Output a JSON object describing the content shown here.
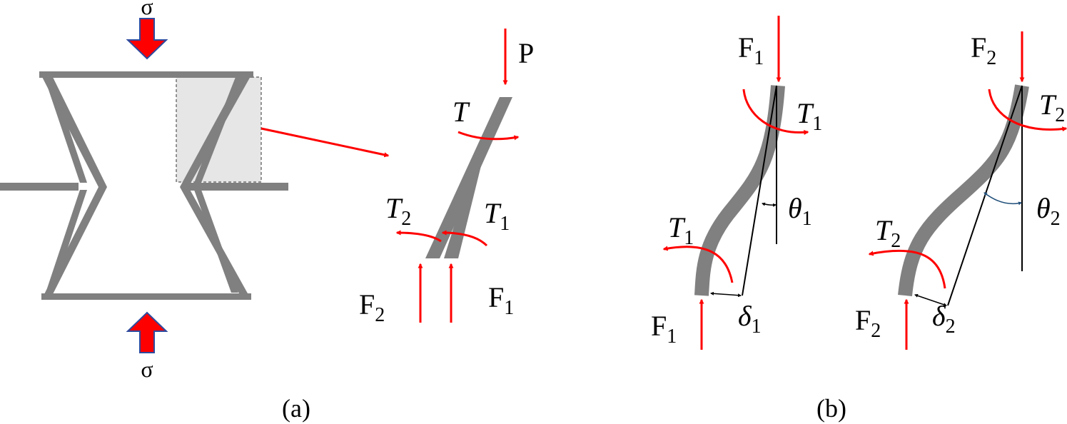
{
  "colors": {
    "beam": "#808080",
    "beam_dark": "#6e6e6e",
    "force": "#ff0000",
    "arrow_fill": "#ff0000",
    "arrow_edge": "#2e4a9e",
    "angle_arc": "#1f4e79",
    "zoom_box": "#e6e6e6"
  },
  "panel_a": {
    "caption": "(a)",
    "sigma_top": "σ",
    "sigma_bottom": "σ",
    "load_P": "P",
    "torque_T": "T",
    "torque_T2": {
      "base": "T",
      "sub": "2"
    },
    "torque_T1": {
      "base": "T",
      "sub": "1"
    },
    "force_F2": {
      "base": "F",
      "sub": "2"
    },
    "force_F1": {
      "base": "F",
      "sub": "1"
    }
  },
  "panel_b": {
    "caption": "(b)",
    "beam1": {
      "force_top": {
        "base": "F",
        "sub": "1"
      },
      "torque_top": {
        "base": "T",
        "sub": "1"
      },
      "angle": {
        "base": "θ",
        "sub": "1"
      },
      "torque_bottom": {
        "base": "T",
        "sub": "1"
      },
      "force_bottom": {
        "base": "F",
        "sub": "1"
      },
      "deflection": {
        "base": "δ",
        "sub": "1"
      }
    },
    "beam2": {
      "force_top": {
        "base": "F",
        "sub": "2"
      },
      "torque_top": {
        "base": "T",
        "sub": "2"
      },
      "angle": {
        "base": "θ",
        "sub": "2"
      },
      "torque_bottom": {
        "base": "T",
        "sub": "2"
      },
      "force_bottom": {
        "base": "F",
        "sub": "2"
      },
      "deflection": {
        "base": "δ",
        "sub": "2"
      }
    }
  }
}
